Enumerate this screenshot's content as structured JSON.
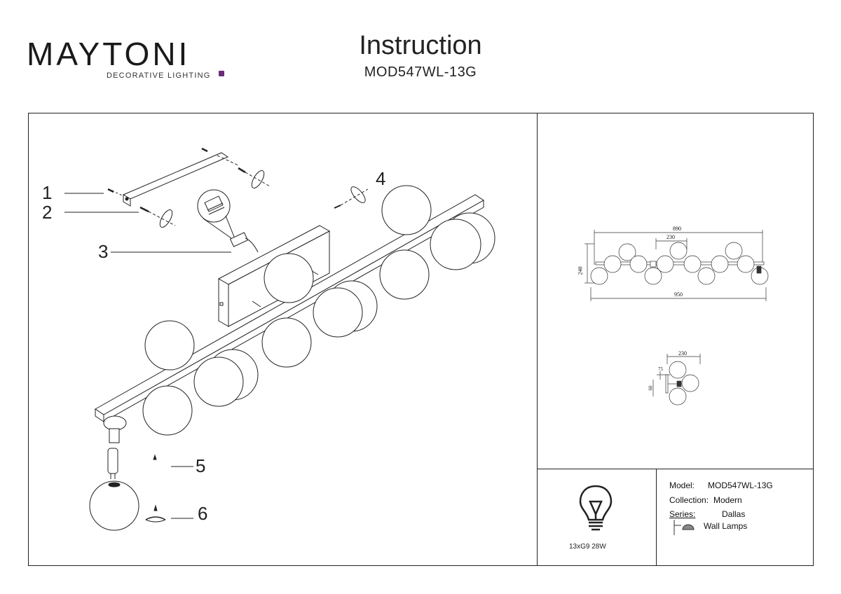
{
  "brand": {
    "name": "MAYTONI",
    "tagline": "DECORATIVE LIGHTING",
    "accent_color": "#6b2d7a"
  },
  "header": {
    "title": "Instruction",
    "model": "MOD547WL-13G"
  },
  "callouts": [
    "1",
    "2",
    "3",
    "4",
    "5",
    "6"
  ],
  "dimensions": {
    "front_width": "890",
    "spacing": "230",
    "total_width": "950",
    "height": "240",
    "side_width": "230",
    "side_offset": "75",
    "side_depth": "60"
  },
  "bulb": {
    "icon": "light-bulb-icon",
    "spec": "13xG9 28W"
  },
  "info": {
    "model_label": "Model:",
    "model_value": "MOD547WL-13G",
    "collection_label": "Collection:",
    "collection_value": "Modern",
    "series_label": "Series:",
    "series_value": "Dallas",
    "type_value": "Wall Lamps",
    "type_icon": "wall-lamp-icon"
  }
}
